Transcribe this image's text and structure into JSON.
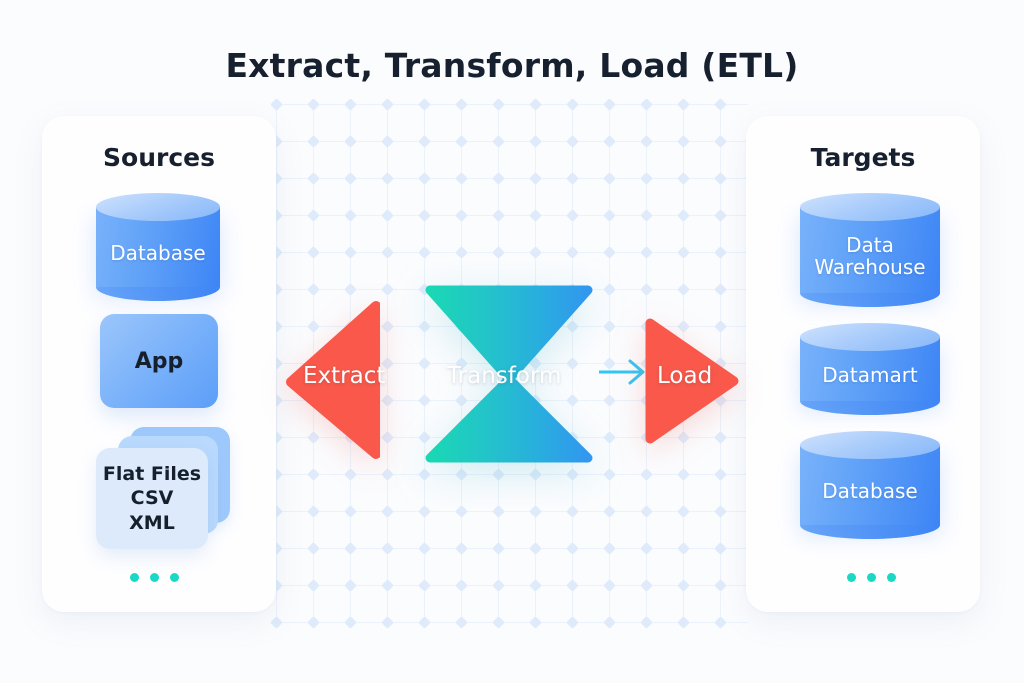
{
  "page": {
    "title": "Extract, Transform, Load (ETL)",
    "background_color": "#fbfcfe"
  },
  "colors": {
    "title_text": "#17202e",
    "extract_fill": "#f9584a",
    "load_fill": "#f9584a",
    "transform_gradient_start": "#19dbb9",
    "transform_gradient_end": "#2e9bef",
    "cylinder_gradient_start": "#79b2fa",
    "cylinder_gradient_end": "#3d85f5",
    "dot_color": "#1ad9c4",
    "mini_arrow_color": "#31c6f5",
    "panel_bg": "#fefeff"
  },
  "sources_panel": {
    "title": "Sources",
    "items": [
      {
        "id": "database",
        "type": "cylinder",
        "label": "Database"
      },
      {
        "id": "app",
        "type": "box",
        "label": "App"
      },
      {
        "id": "flat-files",
        "type": "file-stack",
        "label_lines": [
          "Flat Files",
          "CSV",
          "XML"
        ]
      }
    ],
    "more_indicator": "•••"
  },
  "targets_panel": {
    "title": "Targets",
    "items": [
      {
        "id": "data-warehouse",
        "type": "cylinder",
        "label_lines": [
          "Data",
          "Warehouse"
        ]
      },
      {
        "id": "datamart",
        "type": "cylinder",
        "label": "Datamart"
      },
      {
        "id": "database",
        "type": "cylinder",
        "label": "Database"
      }
    ],
    "more_indicator": "•••"
  },
  "pipeline": {
    "stages": [
      {
        "id": "extract",
        "label": "Extract",
        "shape": "triangle-left",
        "color": "#f9584a"
      },
      {
        "id": "transform",
        "label": "Transform",
        "shape": "bowtie",
        "color": "#19dbb9"
      },
      {
        "id": "load",
        "label": "Load",
        "shape": "triangle-right",
        "color": "#f9584a"
      }
    ],
    "connector_icon": "arrow-right-icon"
  }
}
